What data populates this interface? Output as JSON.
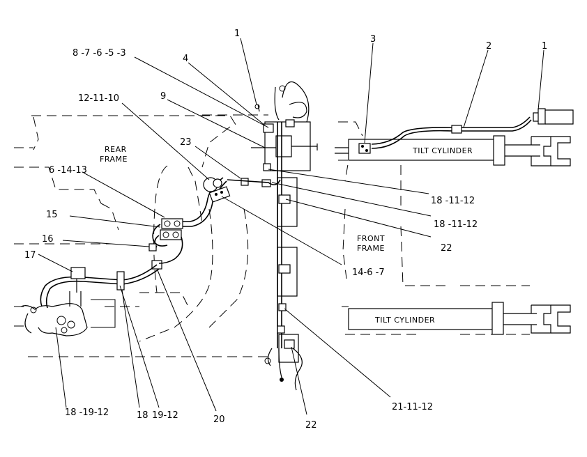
{
  "labels": {
    "rear_frame_line1": "REAR",
    "rear_frame_line2": "FRAME",
    "front_frame_line1": "FRONT",
    "front_frame_line2": "FRAME",
    "tilt_cylinder_top": "TILT CYLINDER",
    "tilt_cylinder_bottom": "TILT CYLINDER"
  },
  "callouts": {
    "c_1_left": "1",
    "c_8_7_6_5_3": "8 -7 -6 -5 -3",
    "c_4": "4",
    "c_12_11_10": "12-11-10",
    "c_9": "9",
    "c_23": "23",
    "c_6_14_13": "6 -14-13",
    "c_15": "15",
    "c_16": "16",
    "c_17": "17",
    "c_3_top": "3",
    "c_2": "2",
    "c_1_right": "1",
    "c_18_11_12_a": "18 -11-12",
    "c_18_11_12_b": "18 -11-12",
    "c_22_right": "22",
    "c_14_6_7": "14-6 -7",
    "c_21_11_12": "21-11-12",
    "c_22_bottom": "22",
    "c_20": "20",
    "c_19_12": "19-12",
    "c_18": "18",
    "c_18_19_12": "18 -19-12"
  }
}
